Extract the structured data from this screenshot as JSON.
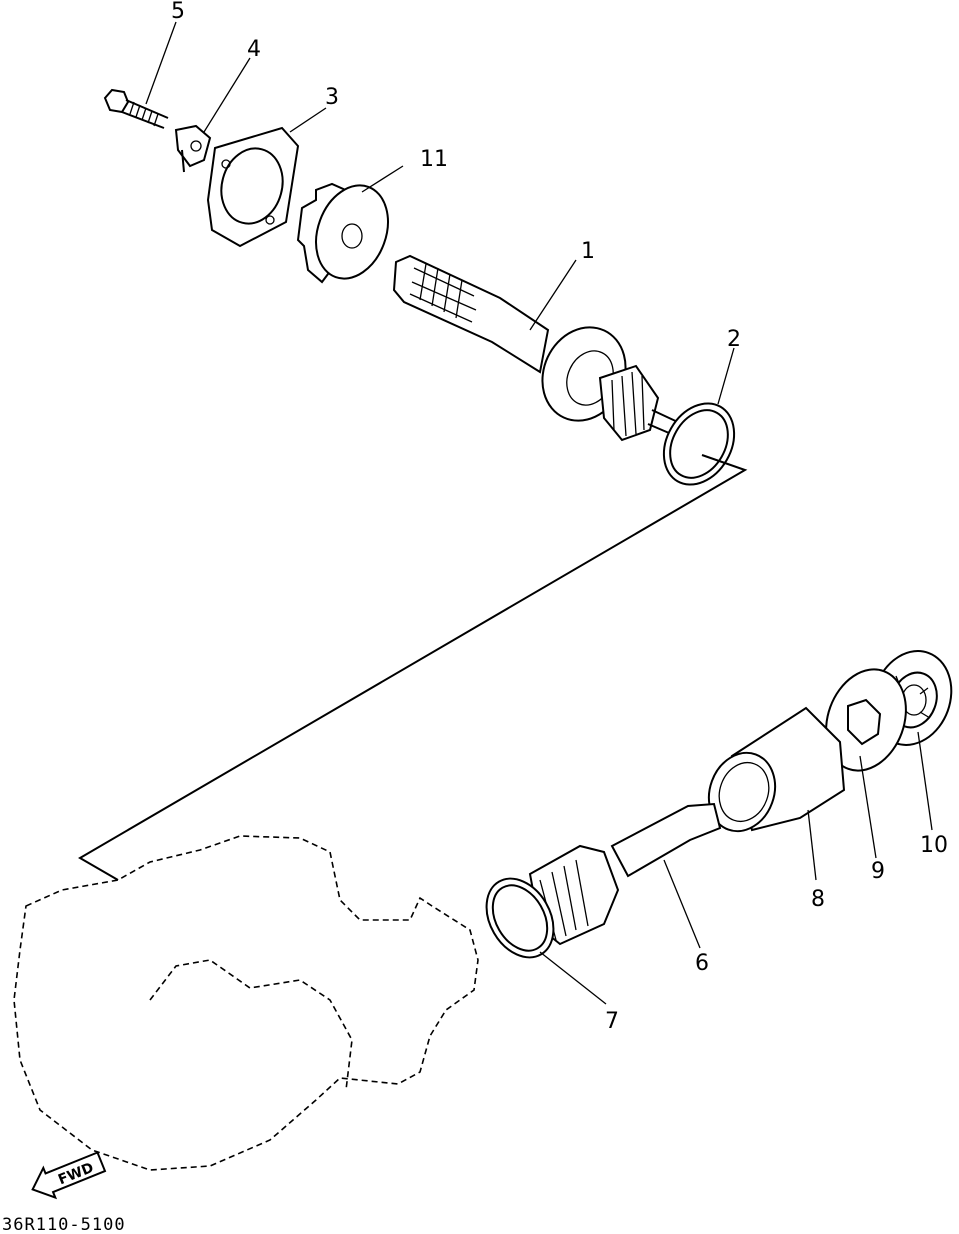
{
  "diagram": {
    "drawing_code": "36R110-5100",
    "direction_label": "FWD",
    "callouts": [
      {
        "id": "5",
        "label": "5"
      },
      {
        "id": "4",
        "label": "4"
      },
      {
        "id": "3",
        "label": "3"
      },
      {
        "id": "11",
        "label": "11"
      },
      {
        "id": "1",
        "label": "1"
      },
      {
        "id": "2",
        "label": "2"
      },
      {
        "id": "10",
        "label": "10"
      },
      {
        "id": "9",
        "label": "9"
      },
      {
        "id": "8",
        "label": "8"
      },
      {
        "id": "6",
        "label": "6"
      },
      {
        "id": "7",
        "label": "7"
      }
    ]
  }
}
